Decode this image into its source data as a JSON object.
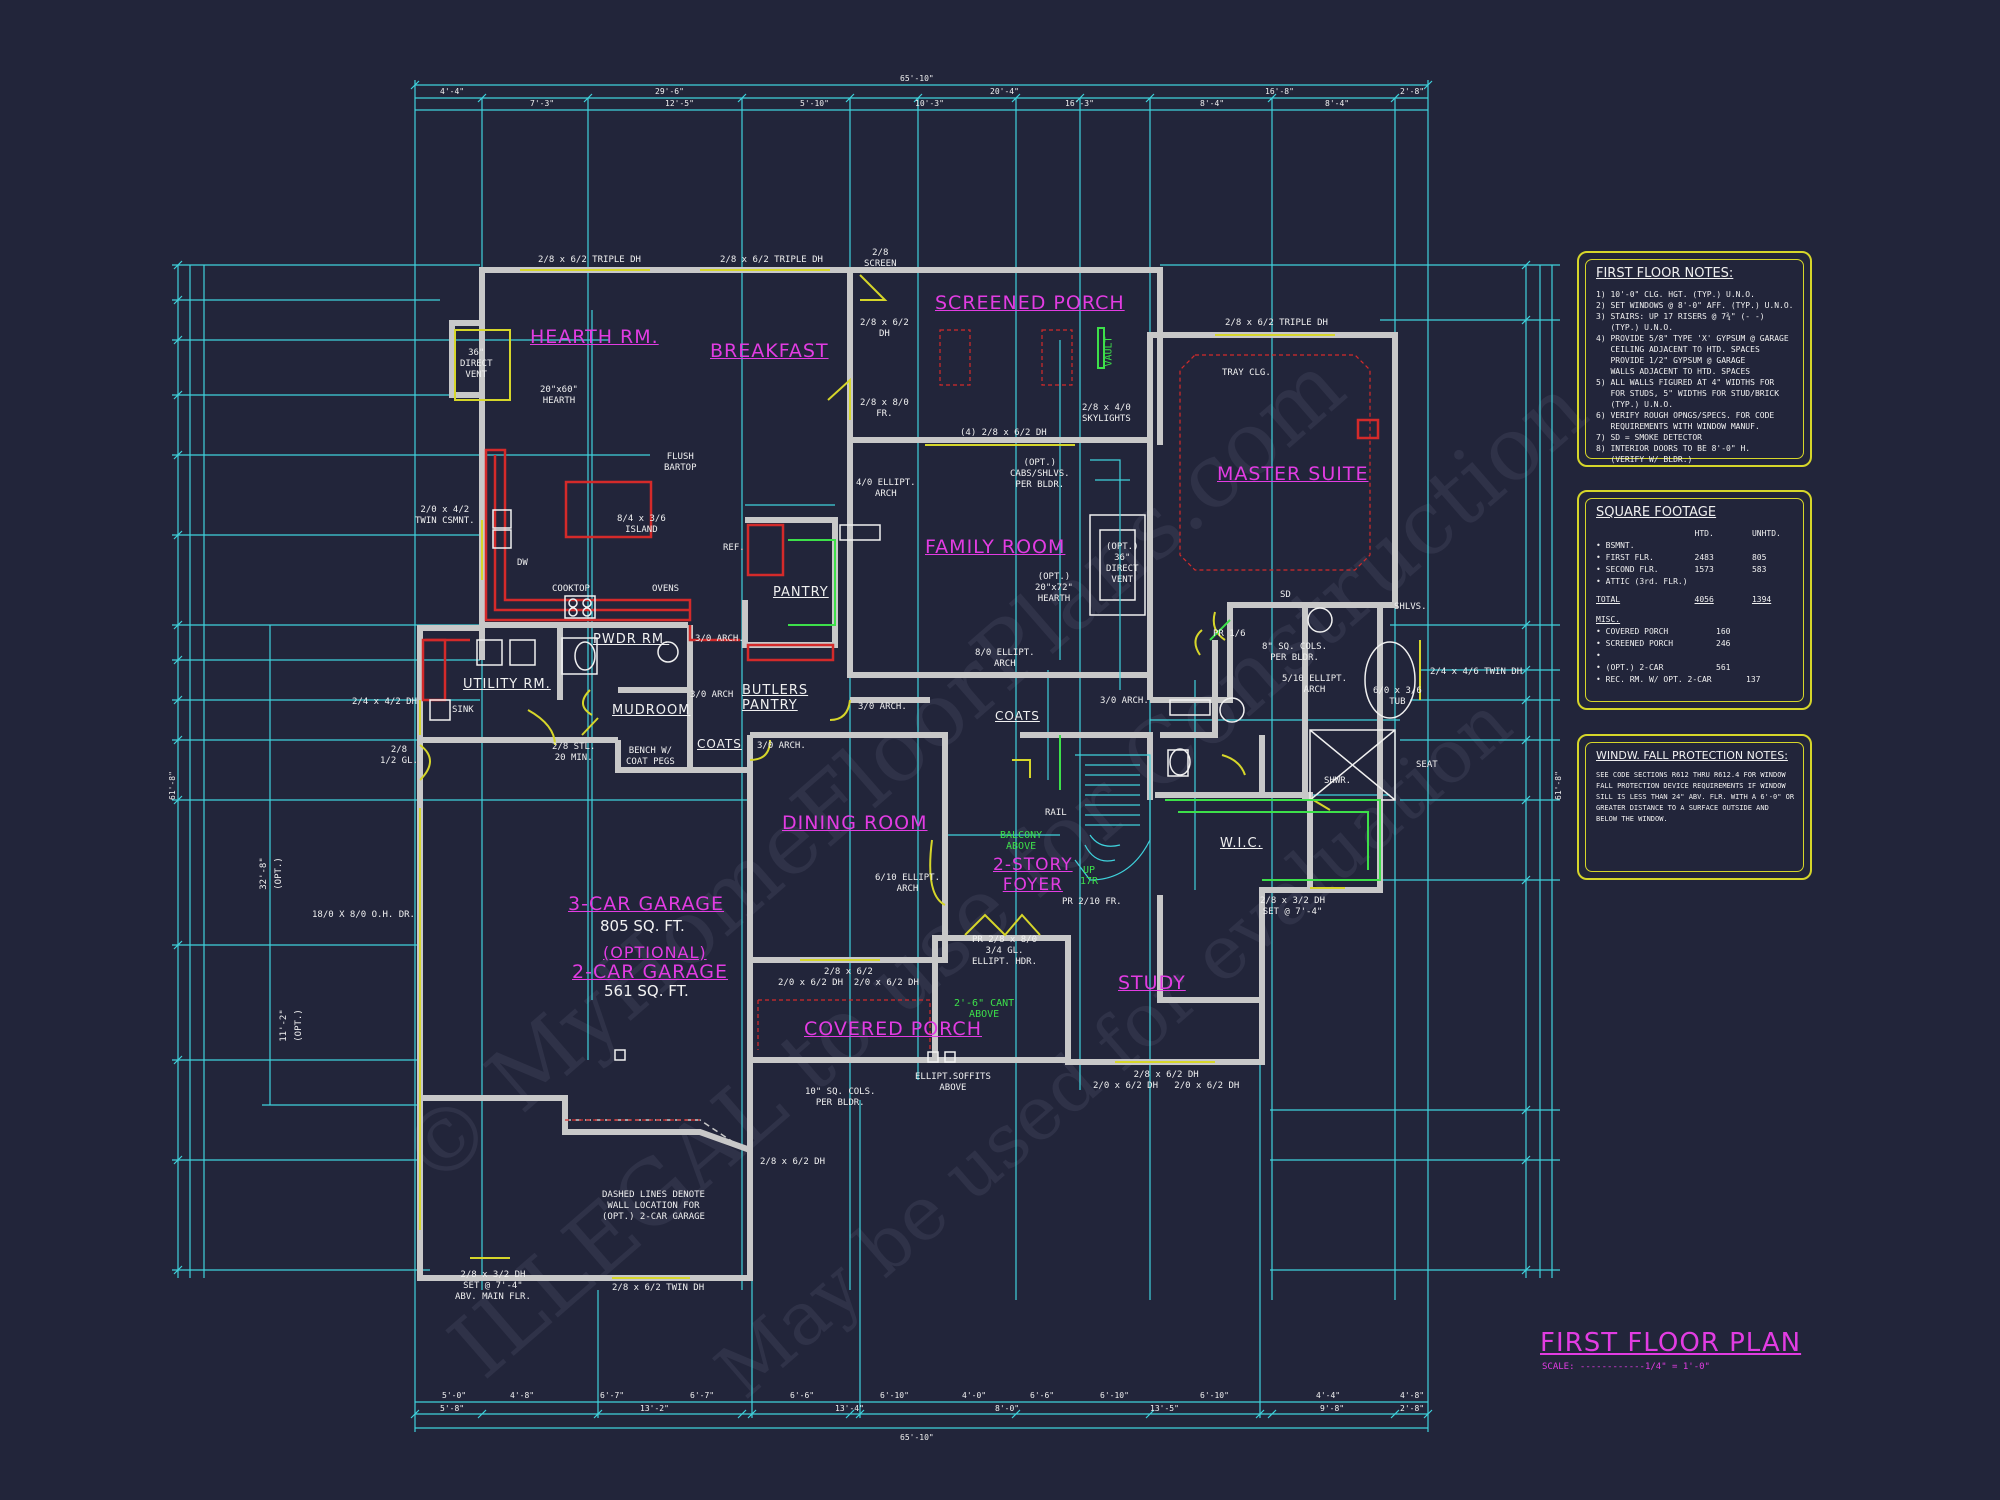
{
  "title": "FIRST FLOOR PLAN",
  "scale": "SCALE: ------------1/4\" = 1'-0\"",
  "watermark": {
    "line1": "© MyHomeFloorPlans.com",
    "line2": "ILLEGAL to use for Construction",
    "line3": "May be used for evaluation"
  },
  "rooms": {
    "hearth": "HEARTH RM.",
    "breakfast": "BREAKFAST",
    "screened_porch": "SCREENED PORCH",
    "master_suite": "MASTER SUITE",
    "family_room": "FAMILY ROOM",
    "pantry": "PANTRY",
    "pwdr": "PWDR RM.",
    "utility": "UTILITY RM.",
    "mudroom": "MUDROOM",
    "butlers": "BUTLERS\nPANTRY",
    "coats": "COATS",
    "coats2": "COATS",
    "dining": "DINING ROOM",
    "foyer": "2-STORY\nFOYER",
    "study": "STUDY",
    "covered_porch": "COVERED PORCH",
    "garage3": "3-CAR GARAGE",
    "garage3_sqft": "805 SQ. FT.",
    "garage_opt": "(OPTIONAL)",
    "garage2": "2-CAR GARAGE",
    "garage2_sqft": "561 SQ. FT.",
    "wic": "W.I.C."
  },
  "annotations": {
    "triple_dh_1": "2/8 x 6/2 TRIPLE DH",
    "triple_dh_2": "2/8 x 6/2 TRIPLE DH",
    "screen": "2/8\nSCREEN",
    "dh_28_62": "2/8 x 6/2\nDH",
    "fr_28_80": "2/8 x 8/0\nFR.",
    "skylights": "2/8 x 4/0\nSKYLIGHTS",
    "four_dh": "(4) 2/8 x 6/2 DH",
    "triple_dh_master": "2/8 x 6/2 TRIPLE DH",
    "tray": "TRAY CLG.",
    "vault": "VAULT",
    "direct_vent": "36\"\nDIRECT\nVENT",
    "hearth_size": "20\"x60\"\nHEARTH",
    "flush_bartop": "FLUSH\nBARTOP",
    "island": "8/4 x 3/6\nISLAND",
    "twin_csmt": "2/0 x 4/2\nTWIN CSMNT.",
    "dw": "DW",
    "cooktop": "COOKTOP",
    "ovens": "OVENS",
    "ref": "REF.",
    "ellipt_arch": "4/0 ELLIPT.\nARCH",
    "cabs": "(OPT.)\nCABS/SHLVS.\nPER BLDR.",
    "opt_direct_vent": "(OPT.)\n36\"\nDIRECT\nVENT",
    "opt_hearth": "(OPT.)\n20\"x72\"\nHEARTH",
    "arch_80": "8/0 ELLIPT.\nARCH",
    "arch_30_1": "3/0 ARCH.",
    "arch_30_2": "3/0 ARCH",
    "arch_30_3": "3/0 ARCH.",
    "arch_30_4": "3/0 ARCH.",
    "arch_30_5": "3/0 ARCH.",
    "twin_dh_left": "2/4 x 4/2 DH",
    "sink": "SINK",
    "gl_12": "2/8\n1/2 GL.",
    "stl_20": "2/8 STL.\n20 MIN.",
    "bench": "BENCH W/\nCOAT PEGS",
    "oh_door": "18/0 X 8/0 O.H. DR.",
    "opt1": "(OPT.)",
    "opt2": "(OPT.)",
    "dim_32_8": "32'-8\"",
    "dim_11_2": "11'-2\"",
    "dashed": "DASHED LINES DENOTE\nWALL LOCATION FOR\n(OPT.) 2-CAR GARAGE",
    "dh_bottom_1": "2/8 x 3/2 DH\nSET @ 7'-4\"\nABV. MAIN FLR.",
    "dh_bottom_2": "2/8 x 6/2 TWIN DH",
    "dh_right_porch": "2/8 x 6/2 DH",
    "sq_cols": "10\" SQ. COLS.\nPER BLDR.",
    "ellip_soffits": "ELLIPT.SOFFITS\nABOVE",
    "cant": "2'-6\" CANT\nABOVE",
    "dining_dh": "2/8 x 6/2\n2/0 x 6/2 DH  2/0 x 6/2 DH",
    "dining_arch": "6/10 ELLIPT.\nARCH",
    "balcony": "BALCONY\nABOVE",
    "rail": "RAIL",
    "up": "UP\n17R",
    "fr_210": "PR 2/10 FR.",
    "foyer_door": "PR 2/8 x 8/0\n3/4 GL.\nELLIPT. HDR.",
    "study_dh": "2/8 x 6/2 DH\n2/0 x 6/2 DH   2/0 x 6/2 DH",
    "dh_set": "2/8 x 3/2 DH\nSET @ 7'-4\"",
    "sq_cols_master": "8\" SQ. COLS.\nPER BLDR.",
    "arch_510": "5/10 ELLIPT.\nARCH",
    "tub": "6/0 x 3/6\nTUB",
    "shlvs": "SHLVS.",
    "seat": "SEAT",
    "shwr": "SHWR.",
    "twin_dh_right": "2/4 x 4/6 TWIN DH",
    "pr_116": "PR 1/6",
    "sd": "SD"
  },
  "dimensions": {
    "top_total": "65'-10\"",
    "top_row1": [
      "4'-4\"",
      "29'-6\"",
      "20'-4\"",
      "16'-8\"",
      "2'-8\""
    ],
    "top_row2": [
      "7'-3\"",
      "12'-5\"",
      "5'-10\"",
      "10'-3\"",
      "16'-3\"",
      "8'-4\"",
      "8'-4\""
    ],
    "bottom_total": "65'-10\"",
    "bottom_row1": [
      "5'-0\"",
      "4'-8\"",
      "6'-7\"",
      "6'-7\"",
      "6'-6\"",
      "6'-10\"",
      "4'-0\"",
      "6'-6\"",
      "6'-10\"",
      "6'-10\"",
      "4'-4\"",
      "4'-8\""
    ],
    "bottom_row2": [
      "5'-8\"",
      "13'-2\"",
      "13'-4\"",
      "8'-0\"",
      "13'-5\"",
      "9'-8\"",
      "2'-8\""
    ],
    "left_total": "61'-8\"",
    "right_total": "61'-8\""
  },
  "notes": {
    "first_floor": {
      "title": "FIRST FLOOR NOTES:",
      "lines": [
        "1) 10'-0\" CLG. HGT. (TYP.) U.N.O.",
        "2) SET WINDOWS @ 8'-0\" AFF. (TYP.) U.N.O.",
        "3) STAIRS: UP 17 RISERS @ 7¾\" (- -)",
        "   (TYP.) U.N.O.",
        "4) PROVIDE 5/8\" TYPE 'X' GYPSUM @ GARAGE",
        "   CEILING ADJACENT TO HTD. SPACES",
        "   PROVIDE 1/2\" GYPSUM @ GARAGE",
        "   WALLS ADJACENT TO HTD. SPACES",
        "5) ALL WALLS FIGURED AT 4\" WIDTHS FOR",
        "   FOR STUDS, 5\" WIDTHS FOR STUD/BRICK",
        "   (TYP.) U.N.O.",
        "6) VERIFY ROUGH OPNGS/SPECS. FOR CODE",
        "   REQUIREMENTS WITH WINDOW MANUF.",
        "7) SD = SMOKE DETECTOR",
        "8) INTERIOR DOORS TO BE 8'-0\" H.",
        "   (VERIFY W/ BLDR.)"
      ]
    },
    "square_footage": {
      "title": "SQUARE FOOTAGE",
      "headers": [
        "",
        "HTD.",
        "UNHTD."
      ],
      "rows": [
        [
          "• BSMNT.",
          "",
          ""
        ],
        [
          "• FIRST FLR.",
          "2483",
          "805"
        ],
        [
          "• SECOND FLR.",
          "1573",
          "583"
        ],
        [
          "• ATTIC (3rd. FLR.)",
          "",
          ""
        ],
        [
          "",
          "",
          ""
        ],
        [
          "TOTAL",
          "4056",
          "1394"
        ],
        [
          "",
          "",
          ""
        ],
        [
          "MISC.",
          "",
          ""
        ],
        [
          "• COVERED PORCH",
          "160",
          ""
        ],
        [
          "• SCREENED PORCH",
          "246",
          ""
        ],
        [
          "•",
          "",
          ""
        ],
        [
          "• (OPT.) 2-CAR",
          "561",
          ""
        ],
        [
          "• REC. RM. W/ OPT. 2-CAR",
          "137",
          ""
        ]
      ]
    },
    "window_fall": {
      "title": "WINDW. FALL PROTECTION NOTES:",
      "lines": [
        "SEE CODE SECTIONS R612 THRU R612.4 FOR WINDOW",
        "FALL PROTECTION DEVICE REQUIREMENTS IF WINDOW",
        "SILL IS LESS THAN 24\" ABV. FLR. WITH A 6'-0\" OR",
        "GREATER DISTANCE TO A SURFACE OUTSIDE AND",
        "BELOW THE WINDOW."
      ]
    }
  },
  "colors": {
    "background": "#22253a",
    "dimension": "#3fd2dc",
    "wall": "#c8c8c8",
    "label": "#e23ce2",
    "door": "#d6d62a",
    "green": "#3de04a",
    "red": "#d42a2a"
  }
}
